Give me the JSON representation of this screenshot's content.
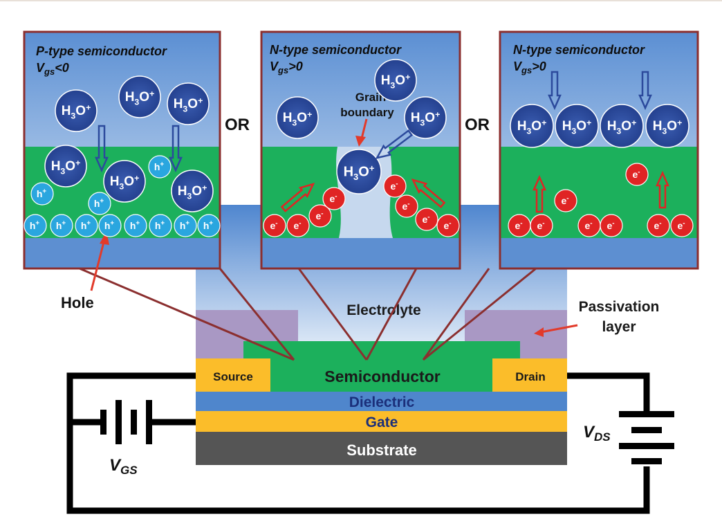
{
  "panels": [
    {
      "title": "P-type semiconductor",
      "vgs_condition": "<0",
      "ions": [
        "H3O+",
        "H3O+",
        "H3O+",
        "H3O+",
        "H3O+",
        "H3O+"
      ],
      "carrier": "h+"
    },
    {
      "title": "N-type semiconductor",
      "vgs_condition": ">0",
      "annotation_line1": "Grain",
      "annotation_line2": "boundary",
      "ions": [
        "H3O+",
        "H3O+",
        "H3O+",
        "H3O+"
      ],
      "carrier": "e-"
    },
    {
      "title": "N-type semiconductor",
      "vgs_condition": ">0",
      "ions": [
        "H3O+",
        "H3O+",
        "H3O+",
        "H3O+"
      ],
      "carrier": "e-"
    }
  ],
  "connector_word": "OR",
  "hole_label": "Hole",
  "electrolyte_label": "Electrolyte",
  "passivation_label_line1": "Passivation",
  "passivation_label_line2": "layer",
  "source_label": "Source",
  "drain_label": "Drain",
  "semiconductor_label": "Semiconductor",
  "dielectric_label": "Dielectric",
  "gate_label": "Gate",
  "substrate_label": "Substrate",
  "vgs_symbol": "V",
  "vgs_subscript": "GS",
  "vds_symbol": "V",
  "vds_subscript": "DS",
  "panel_vgs_symbol": "V",
  "panel_vgs_subscript": "gs",
  "colors": {
    "electrolyte_blue": "#5d8fd1",
    "semiconductor_green": "#1cb05c",
    "ion_blue": "#2c4a9c",
    "hole_cyan": "#2aa6df",
    "electron_red": "#e02424",
    "source_drain_gold": "#fbbd2a",
    "dielectric_blue": "#4f86cc",
    "substrate_gray": "#555555",
    "passivation_purple": "#a998c4",
    "panel_border": "#8b2f2f",
    "wire": "#000000"
  }
}
